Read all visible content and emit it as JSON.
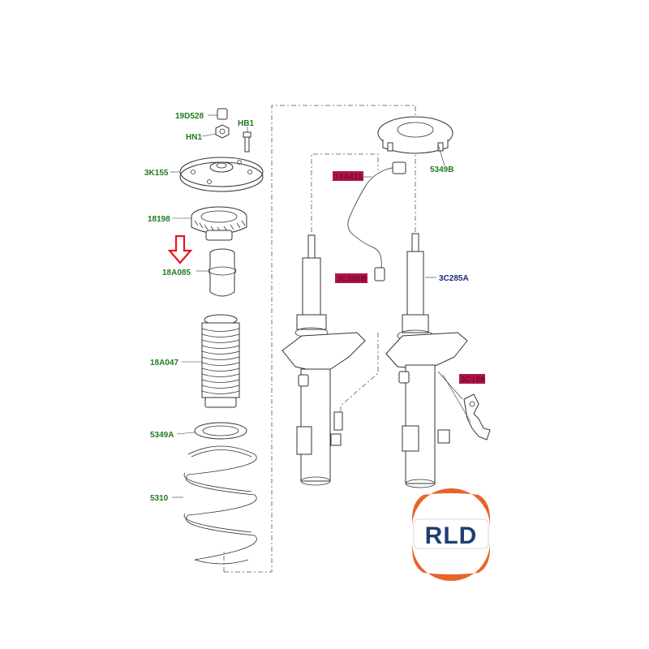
{
  "labels": {
    "p19D528": "19D528",
    "pHN1": "HN1",
    "pHB1": "HB1",
    "p3K155": "3K155",
    "p18198": "18198",
    "p18A085": "18A085",
    "p18A047": "18A047",
    "p5349A": "5349A",
    "p5310": "5310",
    "p5349B": "5349B",
    "p3C285A": "3C285A"
  },
  "highlighted_labels": {
    "wire": "14A411",
    "strut_left": "3C285B",
    "bracket": "3C188"
  },
  "logo": {
    "text": "RLD",
    "ring_color": "#e8632a",
    "text_color": "#1d3f73"
  },
  "colors": {
    "arrow": "#e8141c",
    "label_green": "#1f7a1f",
    "label_blue": "#1a2a7a",
    "highlight": "#b0154a"
  }
}
